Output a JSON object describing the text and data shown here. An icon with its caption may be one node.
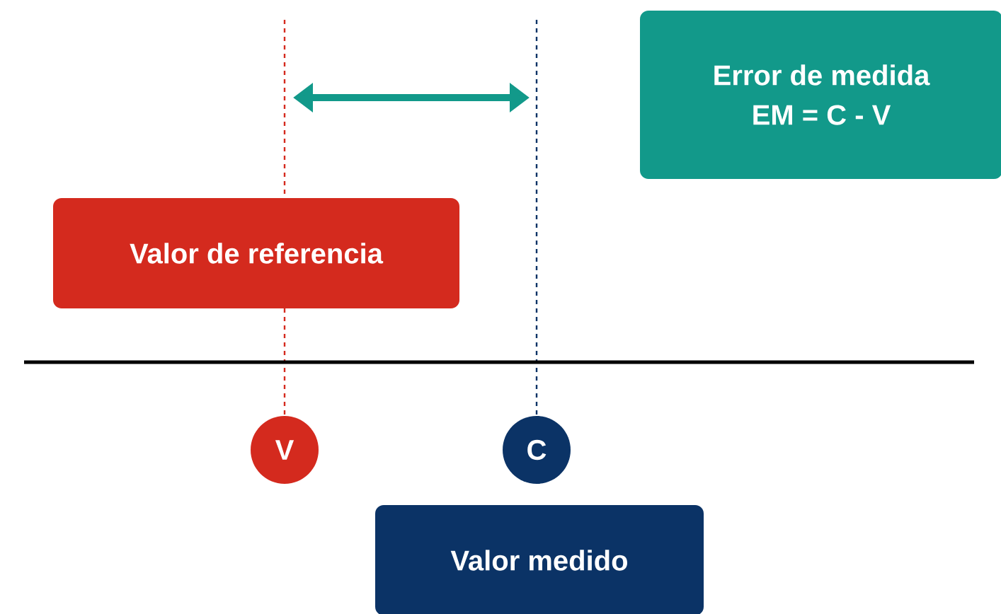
{
  "diagram": {
    "nodes": [
      {
        "text": [
          "Error de medida",
          "EM = C - V"
        ]
      },
      {
        "text": [
          "Valor de referencia"
        ]
      },
      {
        "text": [
          "V"
        ]
      },
      {
        "text": [
          "C"
        ]
      },
      {
        "text": [
          "Valor medido"
        ]
      }
    ]
  }
}
